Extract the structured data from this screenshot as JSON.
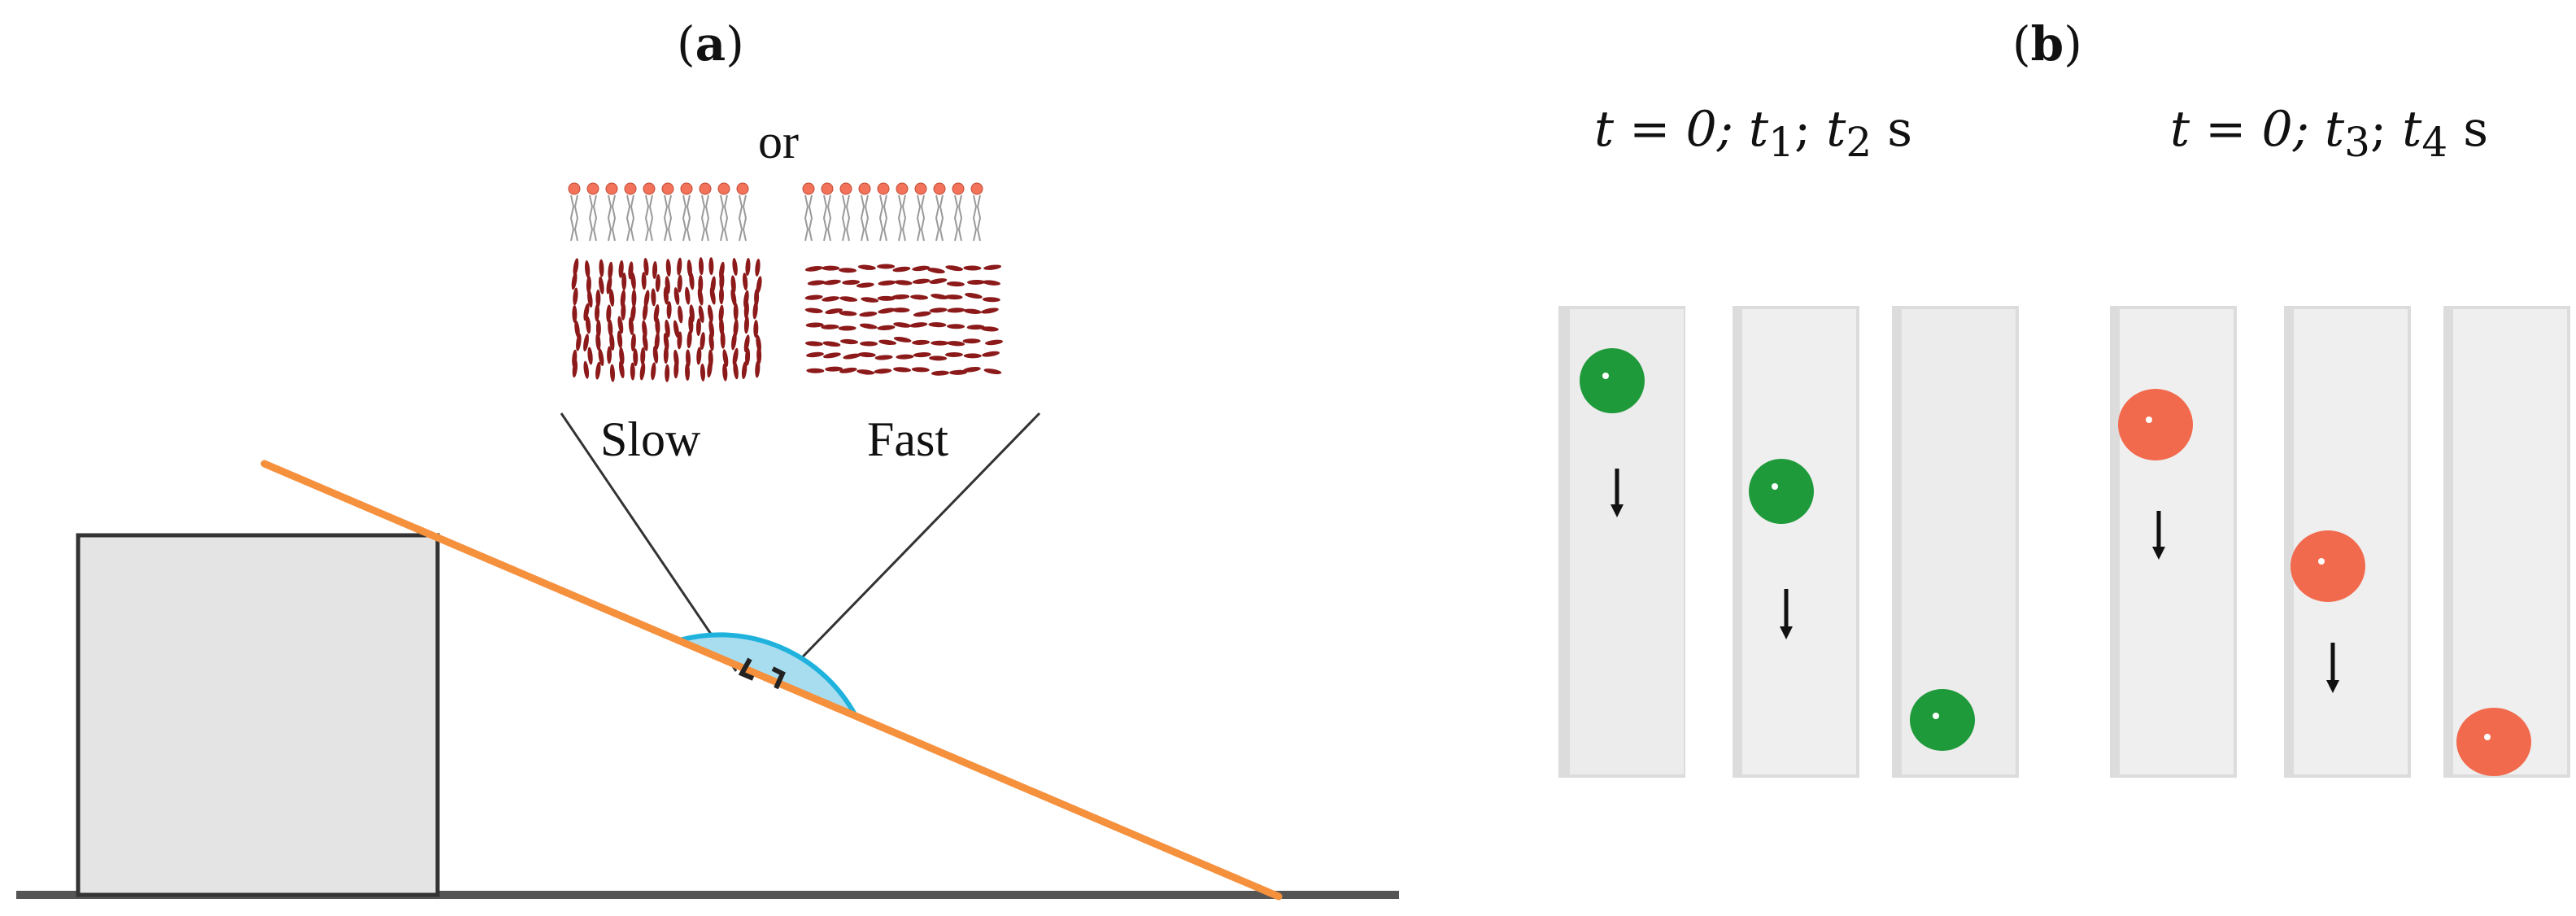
{
  "panel_a": {
    "label": "a",
    "or_text": "or",
    "slow_text": "Slow",
    "fast_text": "Fast"
  },
  "panel_b": {
    "label": "b",
    "green_time": {
      "t0": "t = 0;",
      "t1": "t",
      "t1_sub": "1",
      "t2": "t",
      "t2_sub": "2",
      "unit": "s"
    },
    "red_time": {
      "t0": "t = 0;",
      "t3": "t",
      "t3_sub": "3",
      "t4": "t",
      "t4_sub": "4",
      "unit": "s"
    }
  },
  "colors": {
    "incline": "#f5903d",
    "droplet_cap": "#a8dcef",
    "droplet_edge": "#1fb2dd",
    "block_fill": "#e4e4e4",
    "green_drop": "#1f9a3a",
    "red_drop": "#f26a4d",
    "lipid_head": "#f2735a",
    "lc_molecule": "#8c1a1a"
  }
}
